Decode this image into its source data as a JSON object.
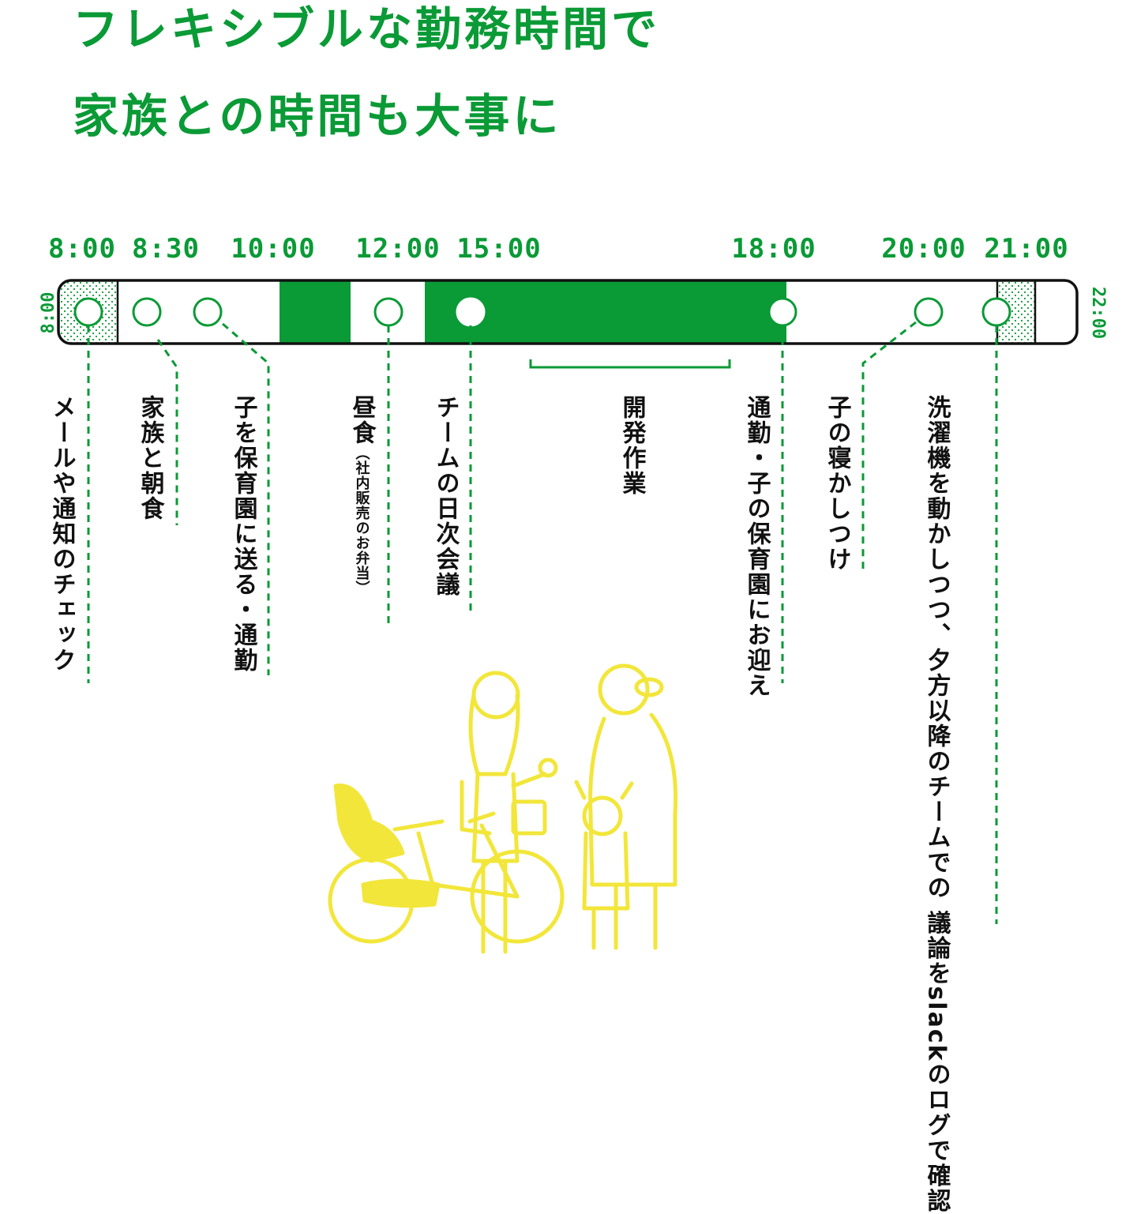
{
  "colors": {
    "accent": "#0a9a36",
    "illustration": "#f2e63a",
    "ink": "#111111"
  },
  "header": {
    "line1": "フレキシブルな勤務時間で",
    "line2": "家族との時間も大事に"
  },
  "timeline": {
    "start_label": "8:00",
    "end_label": "22:00",
    "ticks": [
      "8:00",
      "8:30",
      "10:00",
      "12:00",
      "15:00",
      "18:00",
      "20:00",
      "21:00"
    ],
    "events": [
      {
        "text": "メールや通知のチェック",
        "note": ""
      },
      {
        "text": "家族と朝食",
        "note": ""
      },
      {
        "text": "子を保育園に送る・通勤",
        "note": ""
      },
      {
        "text": "昼食",
        "note": "（社内販売のお弁当）"
      },
      {
        "text": "チームの日次会議",
        "note": ""
      },
      {
        "text": "開発作業",
        "note": ""
      },
      {
        "text": "通勤・子の保育園にお迎え",
        "note": ""
      },
      {
        "text": "子の寝かしつけ",
        "note": ""
      },
      {
        "text": "洗濯機を動かしつつ、夕方以降のチームでの",
        "text2": "議論をslackのログで確認",
        "note": ""
      }
    ]
  },
  "illustration": {
    "icon": "family-with-bicycle-illustration"
  }
}
